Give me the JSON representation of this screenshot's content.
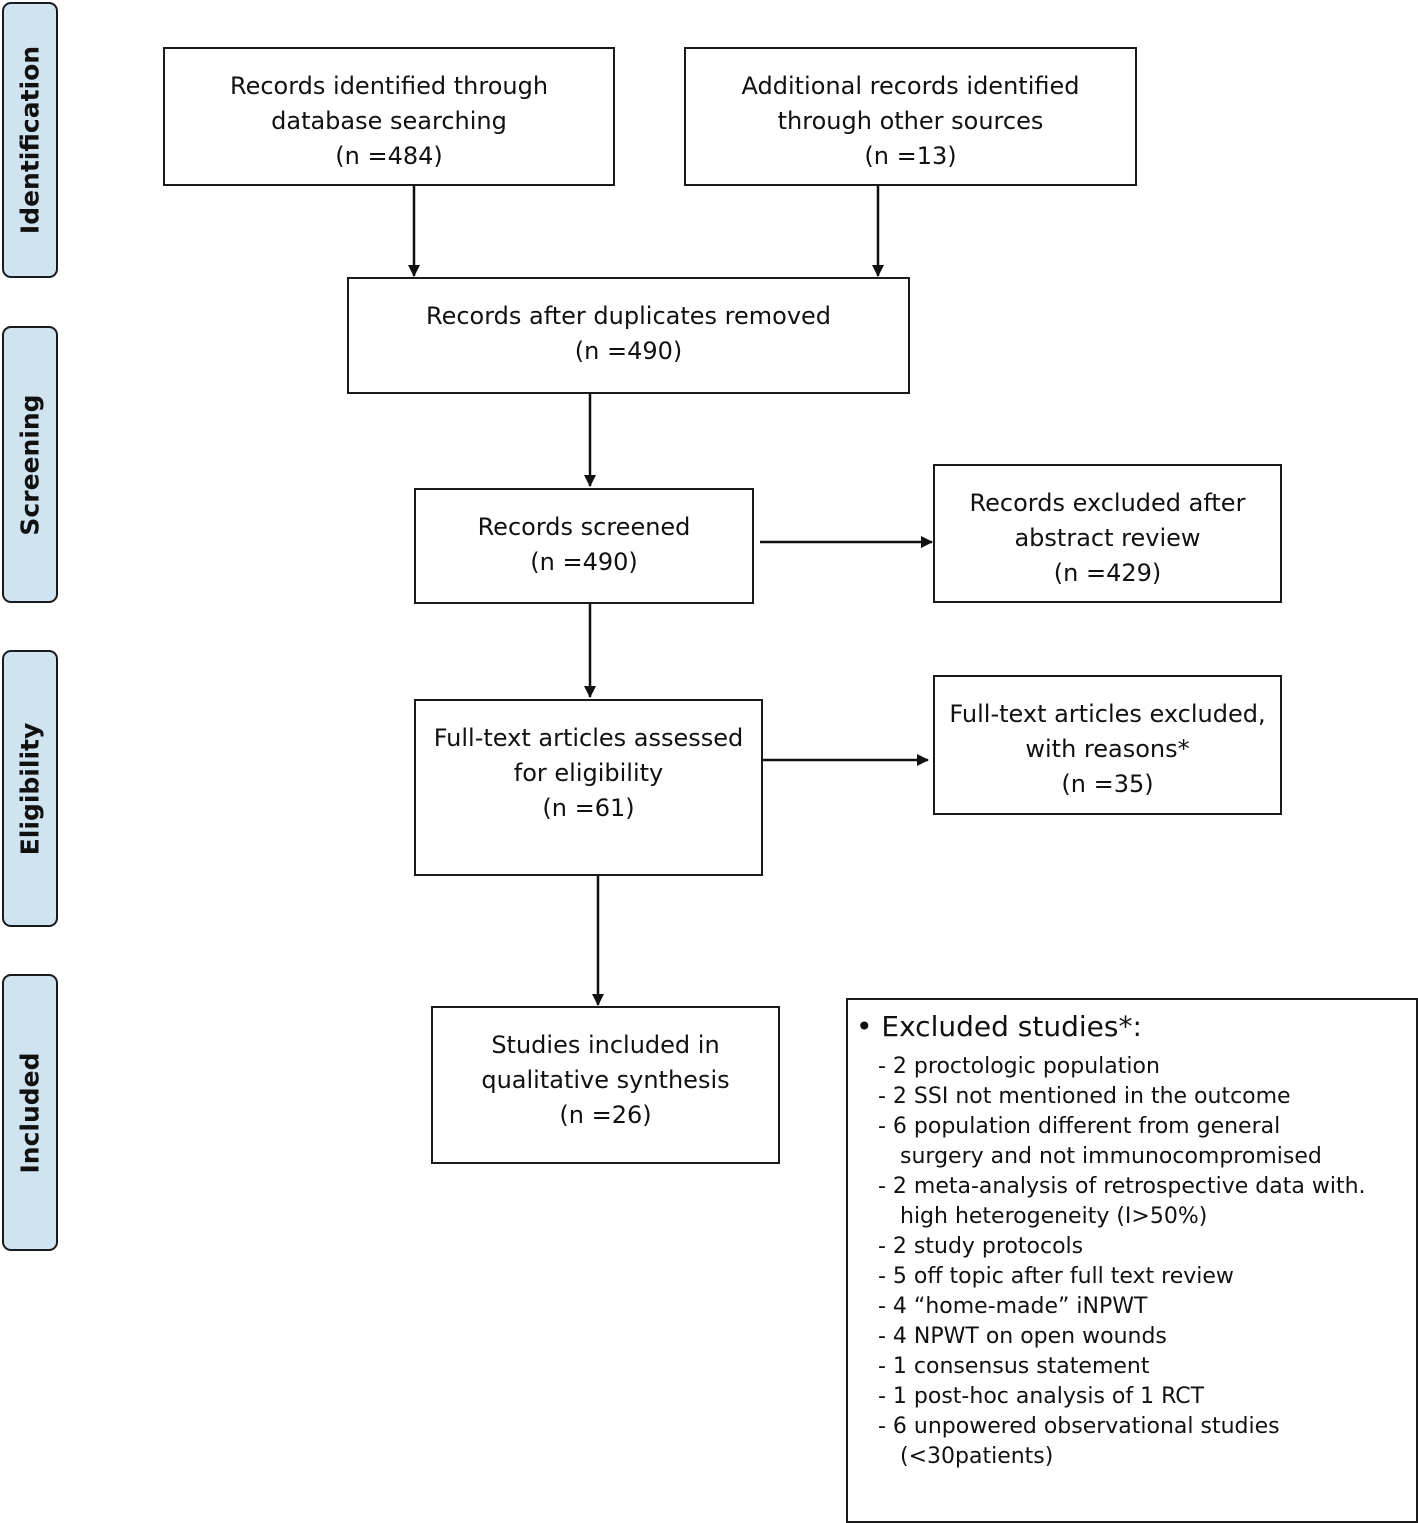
{
  "phases": [
    "Identification",
    "Screening",
    "Eligibility",
    "Included"
  ],
  "boxes": {
    "db_search": [
      "Records identified through",
      "database searching",
      "(n =484)"
    ],
    "other_sources": [
      "Additional records identified",
      "through other sources",
      "(n =13)"
    ],
    "after_duplicates": [
      "Records after duplicates removed",
      "(n =490)"
    ],
    "screened": [
      "Records screened",
      "(n =490)"
    ],
    "excluded_abstract": [
      "Records excluded after",
      "abstract review",
      "(n =429)"
    ],
    "fulltext_assessed": [
      "Full-text articles assessed",
      "for eligibility",
      "(n =61)"
    ],
    "fulltext_excluded": [
      "Full-text articles excluded,",
      "with reasons*",
      "(n =35)"
    ],
    "included": [
      "Studies included in",
      "qualitative synthesis",
      "(n =26)"
    ]
  },
  "excluded_note": {
    "title": "• Excluded studies*:",
    "items": [
      [
        "- 2 proctologic population"
      ],
      [
        "- 2 SSI not mentioned in the outcome"
      ],
      [
        "- 6 population different from general",
        "surgery and not immunocompromised"
      ],
      [
        "- 2 meta-analysis of retrospective data with.",
        "high heterogeneity (I>50%)"
      ],
      [
        "- 2 study protocols"
      ],
      [
        "- 5 off topic after full text review"
      ],
      [
        "- 4 “home-made” iNPWT"
      ],
      [
        "- 4 NPWT on open wounds"
      ],
      [
        "- 1 consensus statement"
      ],
      [
        "- 1 post-hoc analysis of 1 RCT"
      ],
      [
        "- 6 unpowered observational studies",
        "(<30patients)"
      ]
    ]
  }
}
